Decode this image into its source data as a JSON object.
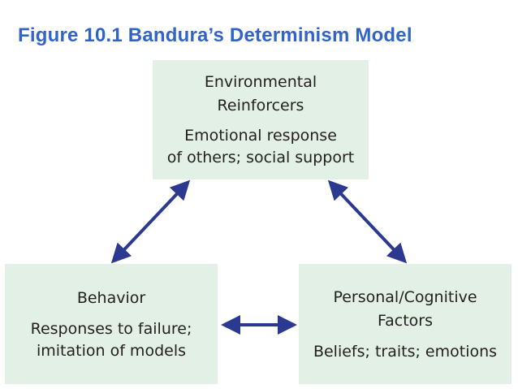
{
  "figure": {
    "title": "Figure 10.1   Bandura’s Determinism Model"
  },
  "colors": {
    "title": "#3264c8",
    "box_fill": "#e3f0e5",
    "arrow": "#2b3990",
    "text": "#231f20"
  },
  "boxes": {
    "environmental": {
      "heading_lines": [
        "Environmental",
        "Reinforcers"
      ],
      "detail_lines": [
        "Emotional response",
        "of others; social support"
      ]
    },
    "behavior": {
      "heading_lines": [
        "Behavior"
      ],
      "detail_lines": [
        "Responses to failure;",
        "imitation of models"
      ]
    },
    "personal": {
      "heading_lines": [
        "Personal/Cognitive",
        "Factors"
      ],
      "detail_lines": [
        "Beliefs; traits; emotions"
      ]
    }
  }
}
